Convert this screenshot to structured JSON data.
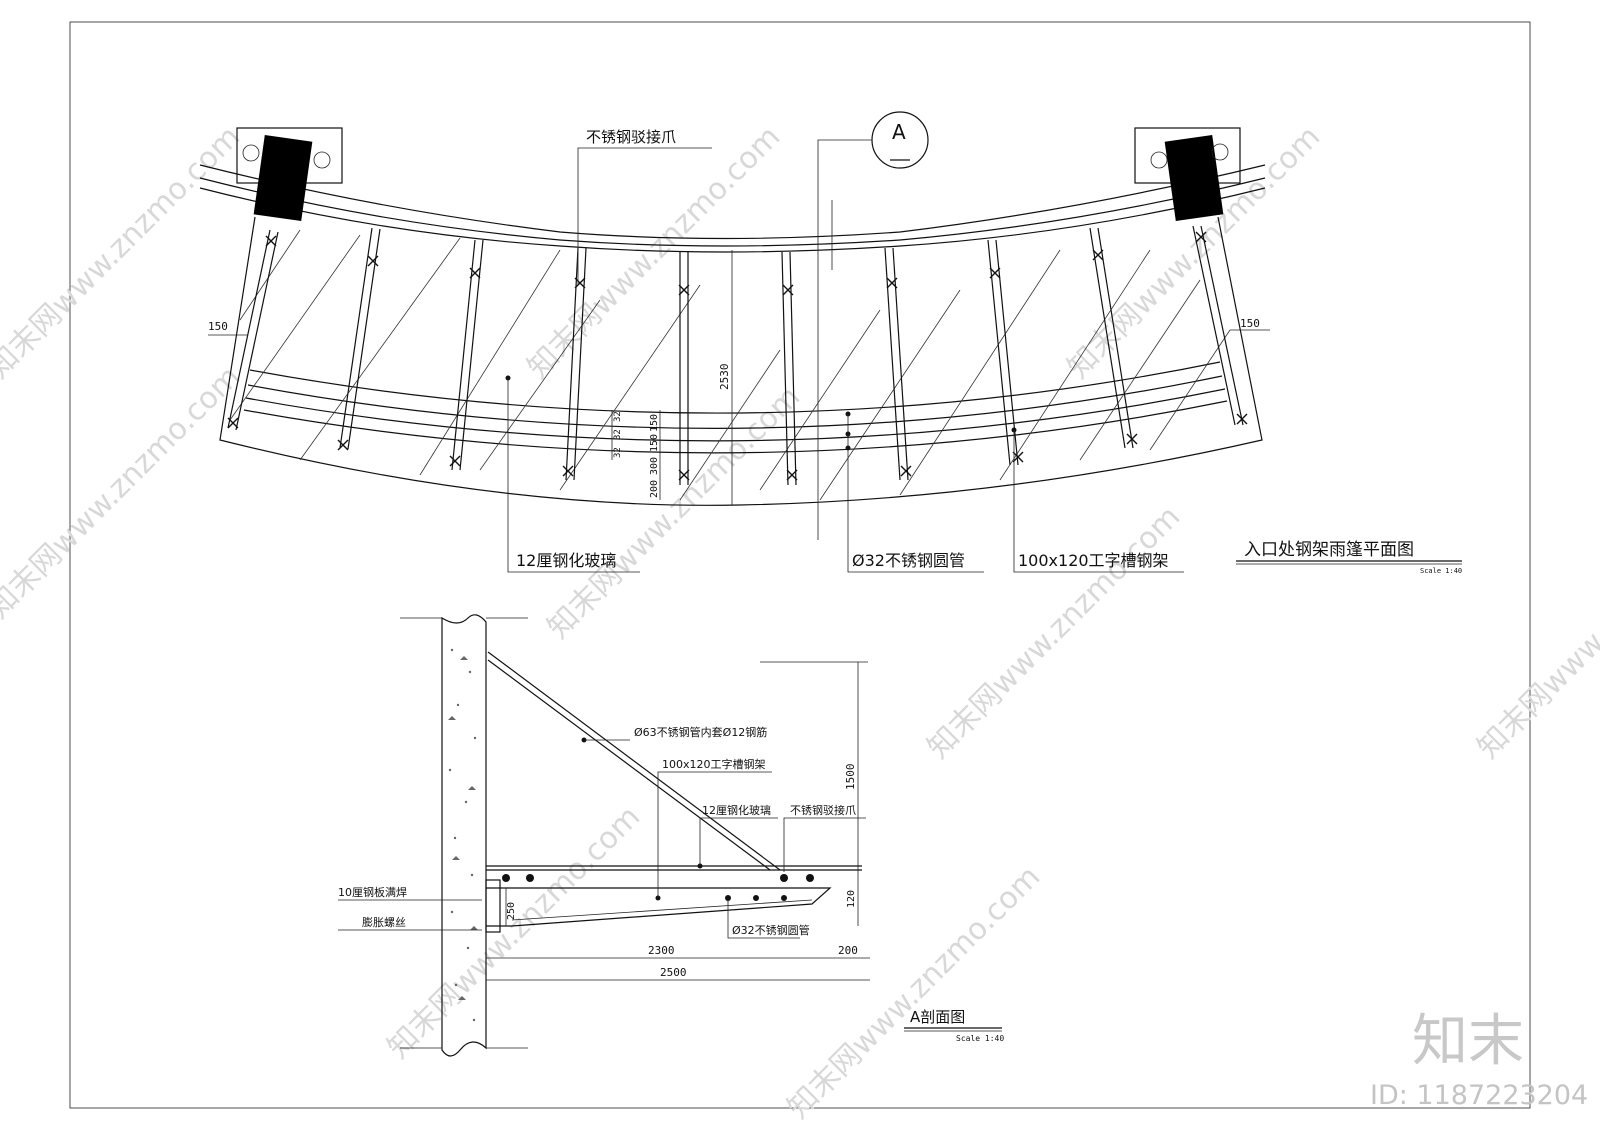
{
  "plan": {
    "title": "入口处钢架雨篷平面图",
    "scale": "Scale 1:40",
    "section_marker": "A",
    "labels": {
      "claw": "不锈钢驳接爪",
      "glass": "12厘钢化玻璃",
      "tube": "Ø32不锈钢圆管",
      "steel": "100x120工字槽钢架"
    },
    "dims": {
      "side_left": "150",
      "side_right": "150",
      "depth": "2530",
      "stack": [
        "200",
        "300",
        "150",
        "150"
      ],
      "small": [
        "32",
        "32",
        "32"
      ]
    }
  },
  "section": {
    "title": "A剖面图",
    "scale": "Scale 1:40",
    "labels": {
      "tie_rod": "Ø63不锈钢管内套Ø12钢筋",
      "steel": "100x120工字槽钢架",
      "glass": "12厘钢化玻璃",
      "claw": "不锈钢驳接爪",
      "plate": "10厘钢板满焊",
      "bolt": "膨胀螺丝",
      "tube": "Ø32不锈钢圆管"
    },
    "dims": {
      "height": "1500",
      "beam": "120",
      "base": "250",
      "span_inner": "2300",
      "span_outer": "2500",
      "overhang": "200"
    }
  },
  "watermark": {
    "brand": "知末",
    "id": "ID: 1187223204",
    "site": "知末网www.znzmo.com"
  }
}
